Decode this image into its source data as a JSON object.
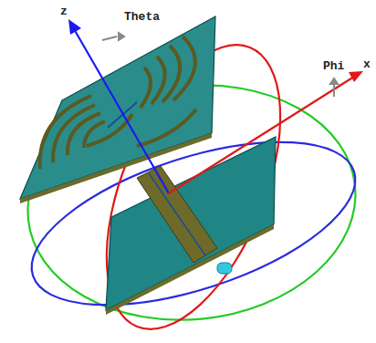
{
  "diagram": {
    "labels": [
      "z",
      "Theta",
      "Phi",
      "x"
    ]
  }
}
